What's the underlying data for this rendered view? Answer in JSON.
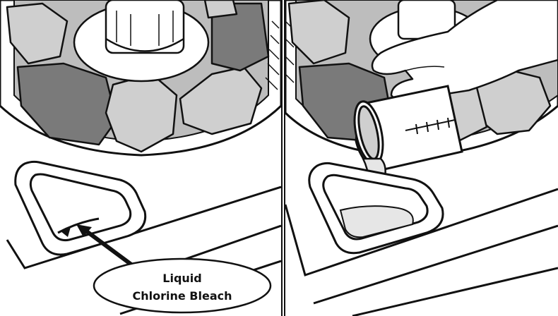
{
  "callout": {
    "line1": "Liquid",
    "line2": "Chlorine Bleach"
  },
  "colors": {
    "outline": "#111111",
    "dark_gray": "#7a7a7a",
    "light_gray": "#cfcfcf",
    "background": "#ffffff"
  },
  "icons": {
    "left_panel": [
      "washer-drum",
      "agitator",
      "laundry-clothes",
      "bleach-dispenser",
      "callout-arrow"
    ],
    "right_panel": [
      "washer-drum",
      "laundry-clothes",
      "hand",
      "measuring-cup",
      "poured-liquid",
      "bleach-dispenser"
    ]
  }
}
